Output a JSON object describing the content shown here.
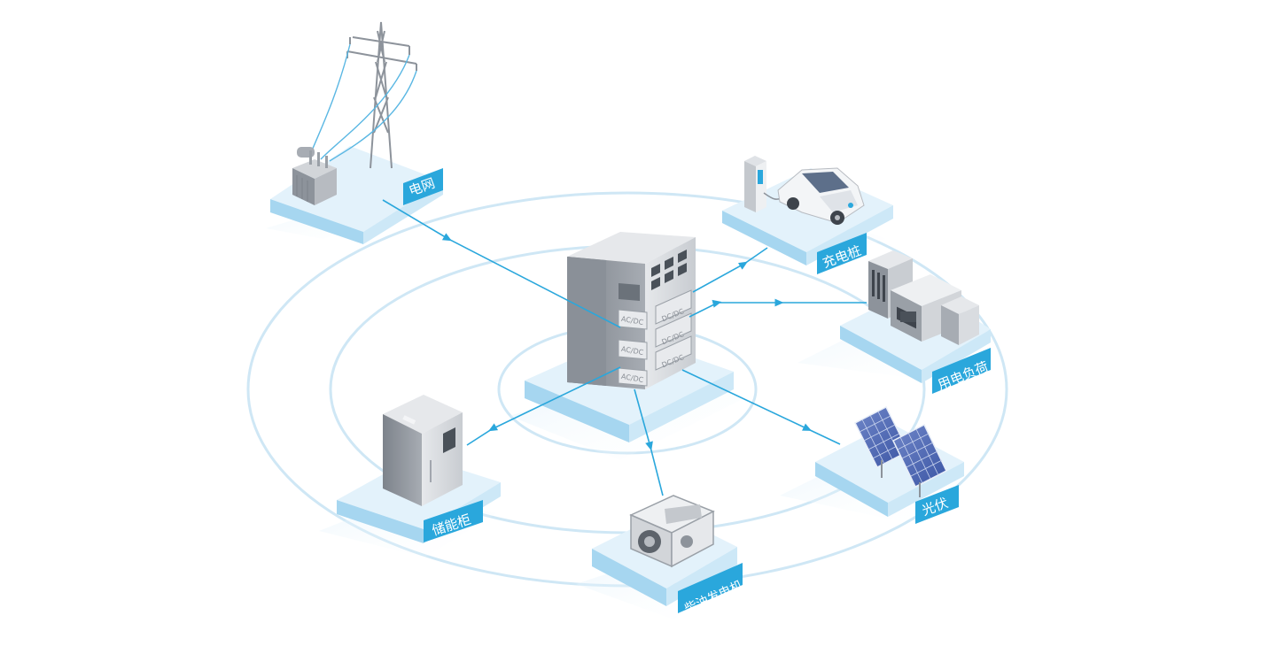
{
  "colors": {
    "accent": "#2aa7dc",
    "ring": "#cfe7f5",
    "platform_top": "#e3f2fb",
    "platform_front": "#a6d6f0",
    "platform_side": "#cde8f7",
    "cabinet_dark": "#8d939b",
    "cabinet_light": "#d9dce0",
    "label_bg": "#2aa7dc"
  },
  "nodes": {
    "grid": {
      "label": "电网"
    },
    "charger": {
      "label": "充电桩"
    },
    "load": {
      "label": "用电负荷"
    },
    "pv": {
      "label": "光伏"
    },
    "storage": {
      "label": "储能柜"
    },
    "diesel": {
      "label": "柴油发电机"
    }
  },
  "center": {
    "modules": [
      "AC/DC",
      "DC/DC",
      "AC/DC",
      "DC/DC",
      "AC/DC",
      "DC/DC"
    ]
  },
  "icons": [
    "transmission-tower-icon",
    "transformer-icon",
    "ev-charger-icon",
    "electric-car-icon",
    "factory-building-icon",
    "solar-panel-icon",
    "battery-cabinet-icon",
    "diesel-generator-icon",
    "power-converter-cabinet-icon"
  ]
}
